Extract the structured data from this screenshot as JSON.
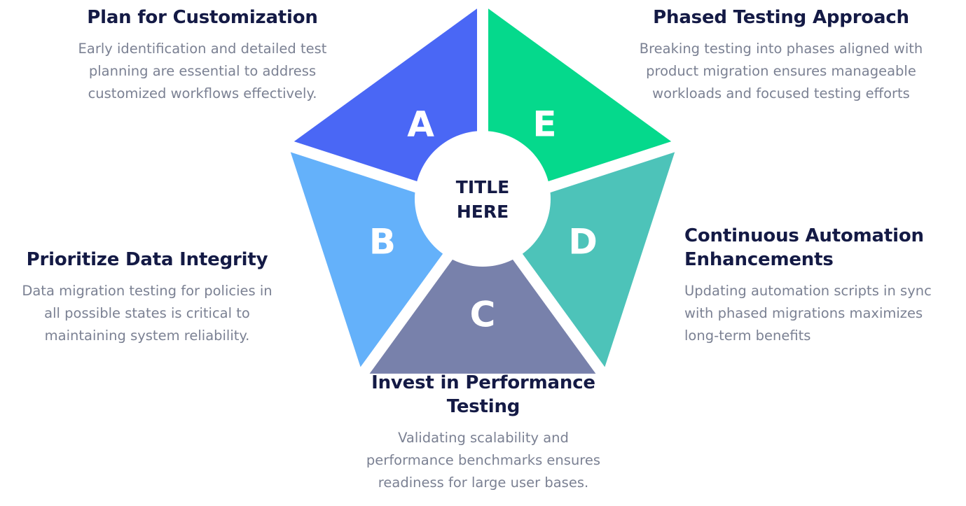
{
  "center": {
    "title_line1": "TITLE",
    "title_line2": "HERE"
  },
  "segments": [
    {
      "letter": "A",
      "color": "#4a67f5"
    },
    {
      "letter": "E",
      "color": "#05d98c"
    },
    {
      "letter": "D",
      "color": "#4dc3b9"
    },
    {
      "letter": "C",
      "color": "#7881ab"
    },
    {
      "letter": "B",
      "color": "#64b1fa"
    }
  ],
  "blocks": {
    "a": {
      "heading": "Plan for Customization",
      "body_lines": [
        "Early identification and detailed test",
        "planning are essential to address",
        "customized workflows effectively."
      ]
    },
    "b": {
      "heading": "Prioritize Data Integrity",
      "body_lines": [
        "Data migration testing for policies in",
        "all possible states is critical to",
        "maintaining system reliability."
      ]
    },
    "c": {
      "heading_lines": [
        "Invest in Performance",
        "Testing"
      ],
      "body_lines": [
        "Validating scalability and",
        "performance benchmarks ensures",
        "readiness for large user bases."
      ]
    },
    "d": {
      "heading_lines": [
        "Continuous Automation",
        "Enhancements"
      ],
      "body_lines": [
        "Updating automation scripts in sync",
        "with phased migrations maximizes",
        "long-term benefits"
      ]
    },
    "e": {
      "heading": "Phased Testing Approach",
      "body_lines": [
        "Breaking testing into phases aligned with",
        "product migration ensures manageable",
        "workloads and focused testing efforts"
      ]
    }
  }
}
